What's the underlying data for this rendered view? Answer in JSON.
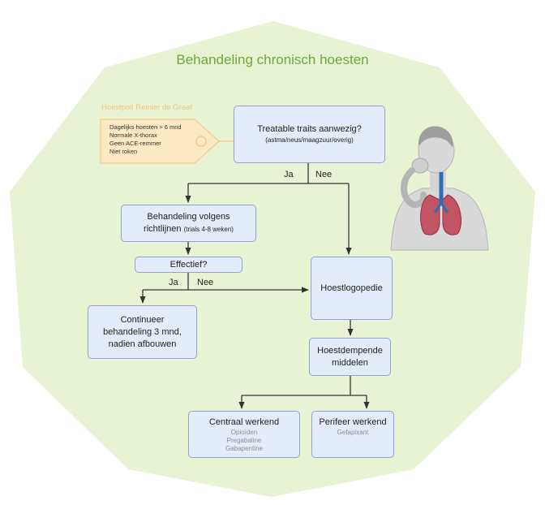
{
  "title": "Behandeling chronisch hoesten",
  "clinic_label": "Hoestpoli Reinier de Graaf",
  "criteria": [
    "Dagelijks hoesten > 6 mnd",
    "Normale X-thorax",
    "Geen ACE-remmer",
    "Niet roken"
  ],
  "nodes": {
    "treatable_title": "Treatable traits aanwezig?",
    "treatable_sub": "(astma/neus/maagzuur/overig)",
    "behandeling_line1": "Behandeling volgens",
    "behandeling_line2": "richtlijnen",
    "behandeling_trial": "(trials 4-8 weken)",
    "effectief": "Effectief?",
    "continueer_line1": "Continueer",
    "continueer_line2": "behandeling 3 mnd,",
    "continueer_line3": "nadien afbouwen",
    "hoestlogopedie": "Hoestlogopedie",
    "hoestdempende_line1": "Hoestdempende",
    "hoestdempende_line2": "middelen",
    "centraal_title": "Centraal werkend",
    "centraal_items": [
      "Opioïden",
      "Pregabaline",
      "Gabapentine"
    ],
    "perifeer_title": "Perifeer werkend",
    "perifeer_items": [
      "Gefapixant"
    ]
  },
  "edge_labels": {
    "ja_1": "Ja",
    "nee_1": "Nee",
    "ja_2": "Ja",
    "nee_2": "Nee"
  },
  "colors": {
    "octagon_fill": "#e8f3d4",
    "title_green": "#6aa83b",
    "box_fill": "#e4ebfa",
    "box_border": "#8ea3d4",
    "tag_fill": "#fde8c4",
    "tag_border": "#f3c47a",
    "arrow": "#333333"
  },
  "illustration": "coughing-person-lungs-illustration"
}
